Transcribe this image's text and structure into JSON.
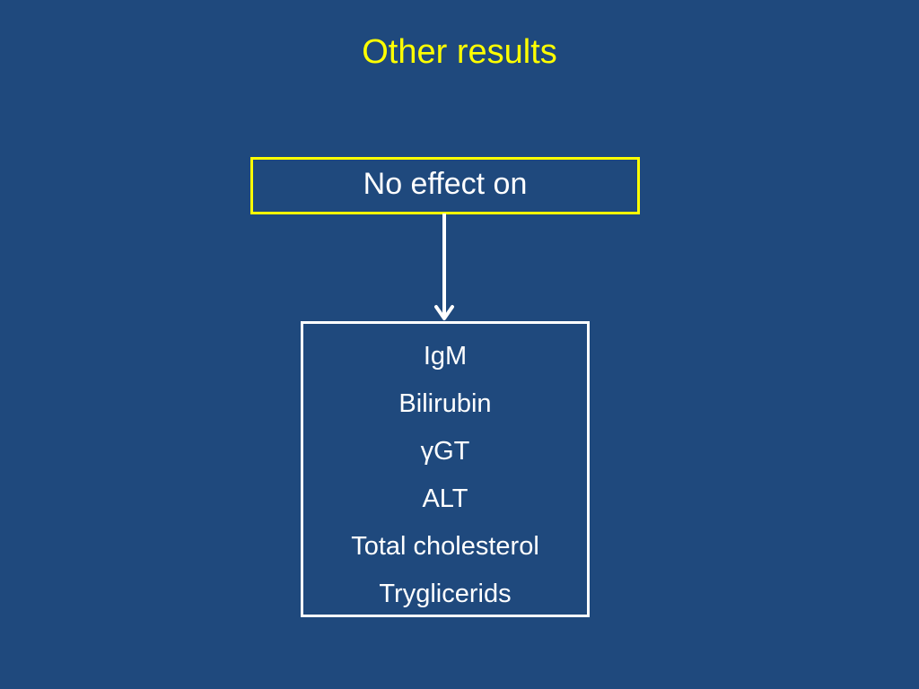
{
  "slide": {
    "title": "Other results",
    "top_box": {
      "label": "No effect on"
    },
    "bottom_box": {
      "items": [
        "IgM",
        "Bilirubin",
        "γGT",
        "ALT",
        "Total cholesterol",
        "Tryglicerids"
      ]
    },
    "colors": {
      "background": "#1f497d",
      "title": "#ffff00",
      "top_box_border": "#ffff00",
      "bottom_box_border": "#ffffff",
      "text": "#ffffff",
      "arrow": "#ffffff"
    }
  }
}
